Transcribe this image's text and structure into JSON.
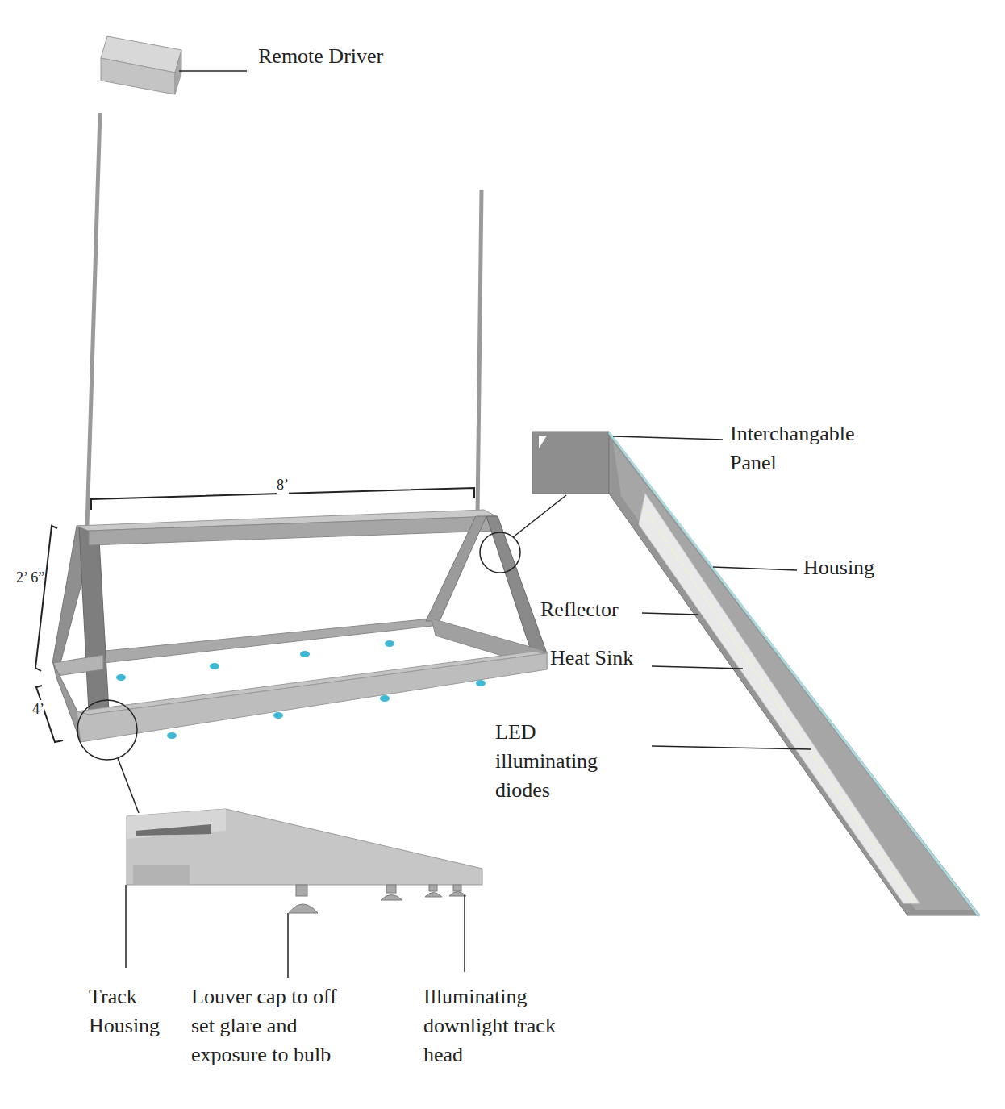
{
  "diagram": {
    "labels": [
      "Remote Driver",
      "8’",
      "2’ 6”",
      "4’",
      "Interchangable Panel",
      "Housing",
      "Reflector",
      "Heat Sink",
      "LED illuminating diodes",
      "Track Housing",
      "Louver cap to off set glare and exposure to bulb",
      "Illuminating downlight track head"
    ]
  }
}
